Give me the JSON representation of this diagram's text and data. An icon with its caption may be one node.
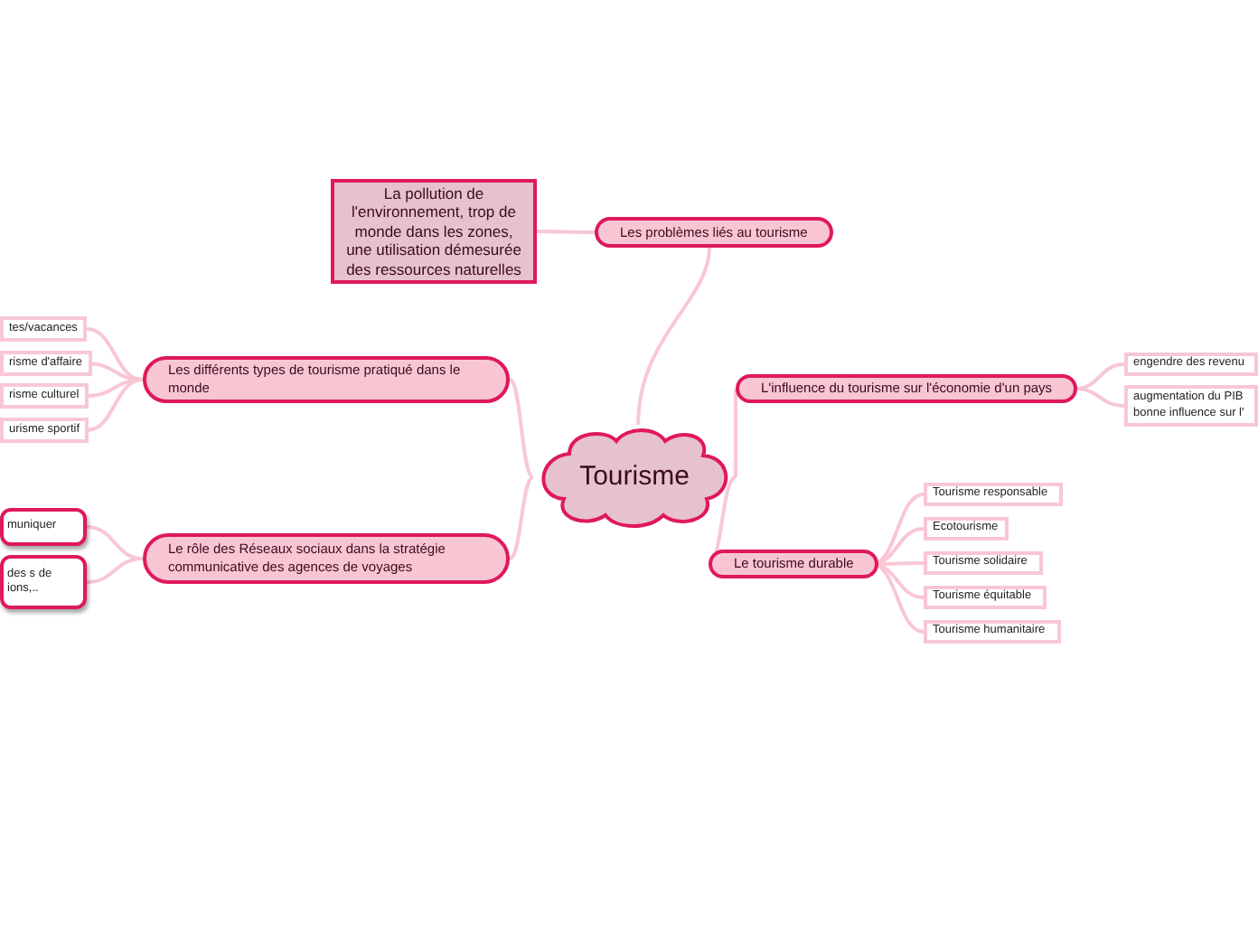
{
  "diagram": {
    "nodes": [
      {
        "text": [
          "Tourisme"
        ]
      },
      {
        "text": [
          "Les problèmes liés au tourisme"
        ]
      },
      {
        "text": [
          "La pollution de l'environnement, trop de monde dans les zones, une utilisation démesurée des ressources naturelles"
        ]
      },
      {
        "text": [
          "Les différents types de tourisme pratiqué dans le monde"
        ]
      },
      {
        "text": [
          "tes/vacances"
        ]
      },
      {
        "text": [
          "risme d'affaire"
        ]
      },
      {
        "text": [
          "risme culturel"
        ]
      },
      {
        "text": [
          "urisme sportif"
        ]
      },
      {
        "text": [
          "Le rôle des Réseaux sociaux dans la stratégie communicative des agences de voyages"
        ]
      },
      {
        "text": [
          "muniquer"
        ]
      },
      {
        "text": [
          "des s de ions,.."
        ]
      },
      {
        "text": [
          "L'influence du tourisme sur l'économie d'un pays"
        ]
      },
      {
        "text": [
          "engendre des revenu"
        ]
      },
      {
        "text": [
          "augmentation du PIB bonne influence sur l'"
        ]
      },
      {
        "text": [
          "Le tourisme durable"
        ]
      },
      {
        "text": [
          "Tourisme responsable"
        ]
      },
      {
        "text": [
          "Ecotourisme"
        ]
      },
      {
        "text": [
          "Tourisme solidaire"
        ]
      },
      {
        "text": [
          "Tourisme équitable"
        ]
      },
      {
        "text": [
          "Tourisme humanitaire"
        ]
      }
    ],
    "edges": [
      {
        "from": 0,
        "to": 1,
        "arrow": "none"
      },
      {
        "from": 1,
        "to": 2,
        "arrow": "none"
      },
      {
        "from": 0,
        "to": 3,
        "arrow": "none"
      },
      {
        "from": 3,
        "to": 4,
        "arrow": "none"
      },
      {
        "from": 3,
        "to": 5,
        "arrow": "none"
      },
      {
        "from": 3,
        "to": 6,
        "arrow": "none"
      },
      {
        "from": 3,
        "to": 7,
        "arrow": "none"
      },
      {
        "from": 0,
        "to": 8,
        "arrow": "none"
      },
      {
        "from": 8,
        "to": 9,
        "arrow": "none"
      },
      {
        "from": 8,
        "to": 10,
        "arrow": "none"
      },
      {
        "from": 0,
        "to": 11,
        "arrow": "none"
      },
      {
        "from": 11,
        "to": 12,
        "arrow": "none"
      },
      {
        "from": 11,
        "to": 13,
        "arrow": "none"
      },
      {
        "from": 0,
        "to": 14,
        "arrow": "none"
      },
      {
        "from": 14,
        "to": 15,
        "arrow": "none"
      },
      {
        "from": 14,
        "to": 16,
        "arrow": "none"
      },
      {
        "from": 14,
        "to": 17,
        "arrow": "none"
      },
      {
        "from": 14,
        "to": 18,
        "arrow": "none"
      },
      {
        "from": 14,
        "to": 19,
        "arrow": "none"
      }
    ]
  }
}
